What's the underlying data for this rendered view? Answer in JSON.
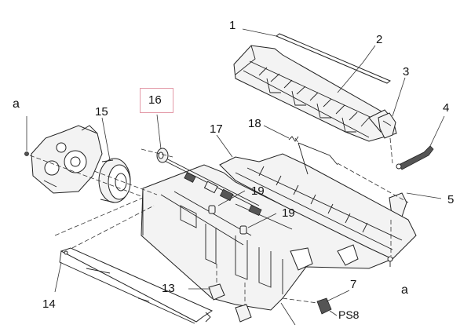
{
  "callouts": {
    "c1": "1",
    "c2": "2",
    "c3": "3",
    "c4": "4",
    "c5": "5",
    "c7": "7",
    "c13": "13",
    "c14": "14",
    "c15": "15",
    "c16": "16",
    "c17": "17",
    "c18": "18",
    "c19a": "19",
    "c19b": "19",
    "a_left": "a",
    "a_right": "a",
    "ps8": "PS8"
  },
  "highlight": {
    "target": "16",
    "color": "#e39aa8"
  }
}
